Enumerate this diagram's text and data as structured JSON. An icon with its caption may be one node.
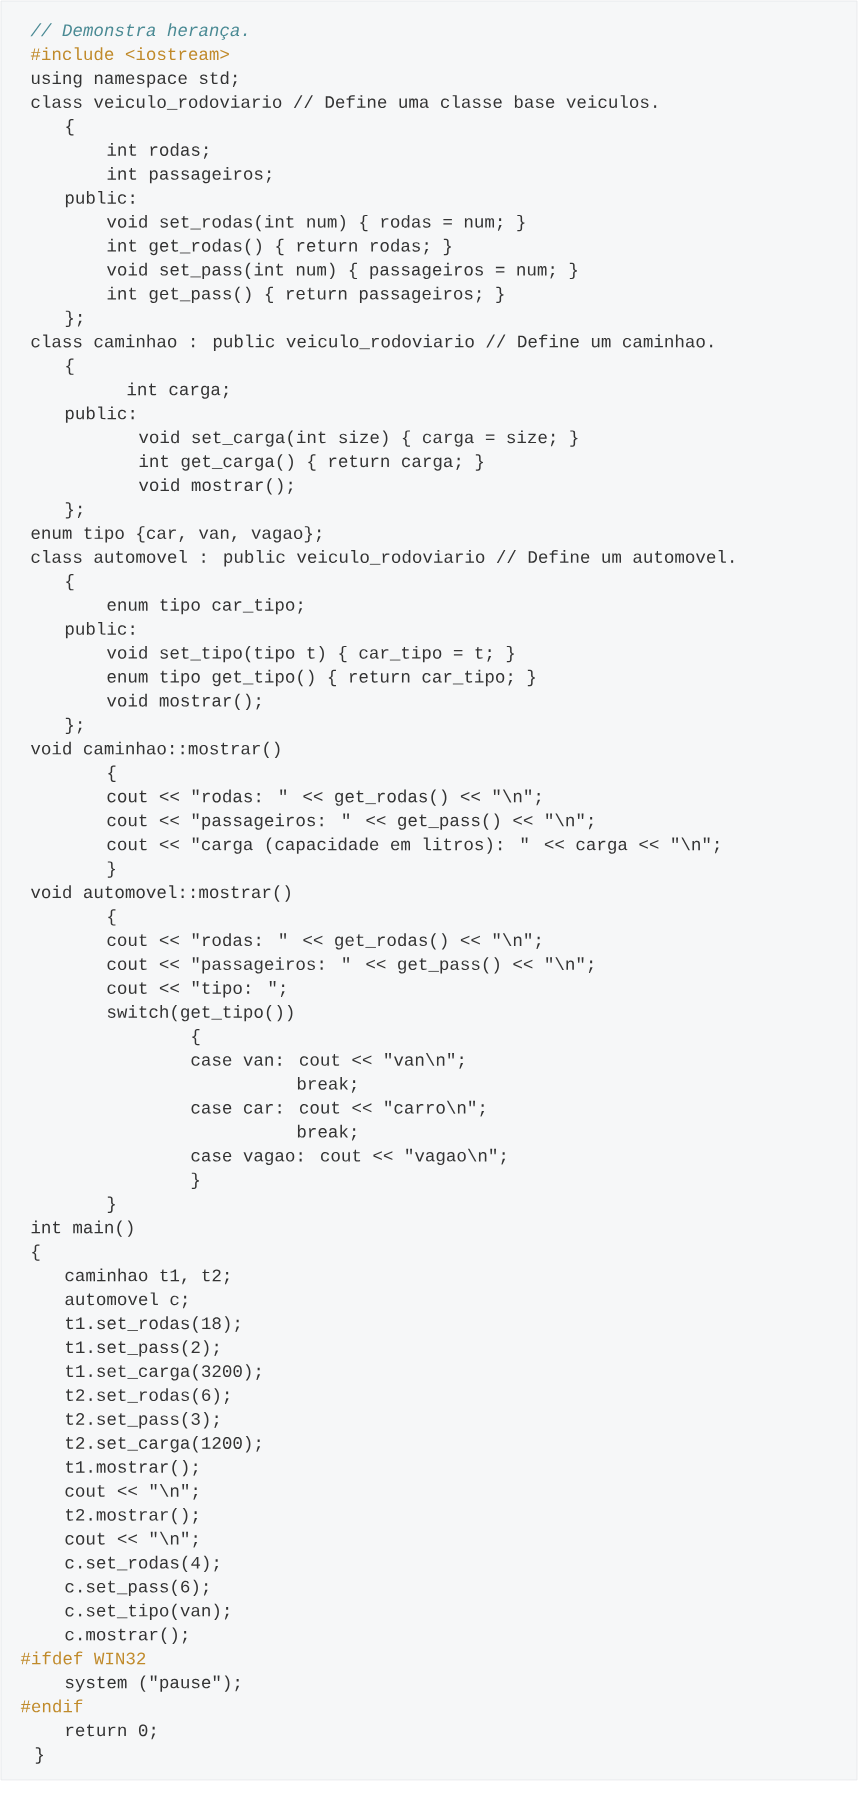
{
  "diagram": {
    "labels": [
      "// Demonstra herança.",
      "#include <iostream>",
      "using namespace std;",
      "class veiculo_rodoviario // Define uma classe base veiculos.",
      "{",
      "int rodas;",
      "int passageiros;",
      "public:",
      "void set_rodas(int num) { rodas = num; }",
      "int get_rodas() { return rodas; }",
      "void set_pass(int num) { passageiros = num; }",
      "int get_pass() { return passageiros; }",
      "};",
      "class caminhao : public veiculo_rodoviario // Define um caminhao.",
      "{",
      "int carga;",
      "public:",
      "void set_carga(int size) { carga = size; }",
      "int get_carga() { return carga; }",
      "void mostrar();",
      "};",
      "enum tipo {car, van, vagao};",
      "class automovel : public veiculo_rodoviario // Define um automovel.",
      "{",
      "enum tipo car_tipo;",
      "public:",
      "void set_tipo(tipo t) { car_tipo = t; }",
      "enum tipo get_tipo() { return car_tipo; }",
      "void mostrar();",
      "};",
      "void caminhao::mostrar()",
      "{",
      "cout << \"rodas: \" << get_rodas() << \"\\n\";",
      "cout << \"passageiros: \" << get_pass() << \"\\n\";",
      "cout << \"carga (capacidade em litros): \" << carga << \"\\n\";",
      "}",
      "void automovel::mostrar()",
      "{",
      "cout << \"rodas: \" << get_rodas() << \"\\n\";",
      "cout << \"passageiros: \" << get_pass() << \"\\n\";",
      "cout << \"tipo: \";",
      "switch(get_tipo())",
      "{",
      "case van: cout << \"van\\n\";",
      "break;",
      "case car: cout << \"carro\\n\";",
      "break;",
      "case vagao: cout << \"vagao\\n\";",
      "}",
      "}",
      "int main()",
      "{",
      "caminhao t1, t2;",
      "automovel c;",
      "t1.set_rodas(18);",
      "t1.set_pass(2);",
      "t1.set_carga(3200);",
      "t2.set_rodas(6);",
      "t2.set_pass(3);",
      "t2.set_carga(1200);",
      "t1.mostrar();",
      "cout << \"\\n\";",
      "t2.mostrar();",
      "cout << \"\\n\";",
      "c.set_rodas(4);",
      "c.set_pass(6);",
      "c.set_tipo(van);",
      "c.mostrar();",
      "#ifdef WIN32",
      "system (\"pause\");",
      "#endif",
      "return 0;",
      "}"
    ]
  }
}
